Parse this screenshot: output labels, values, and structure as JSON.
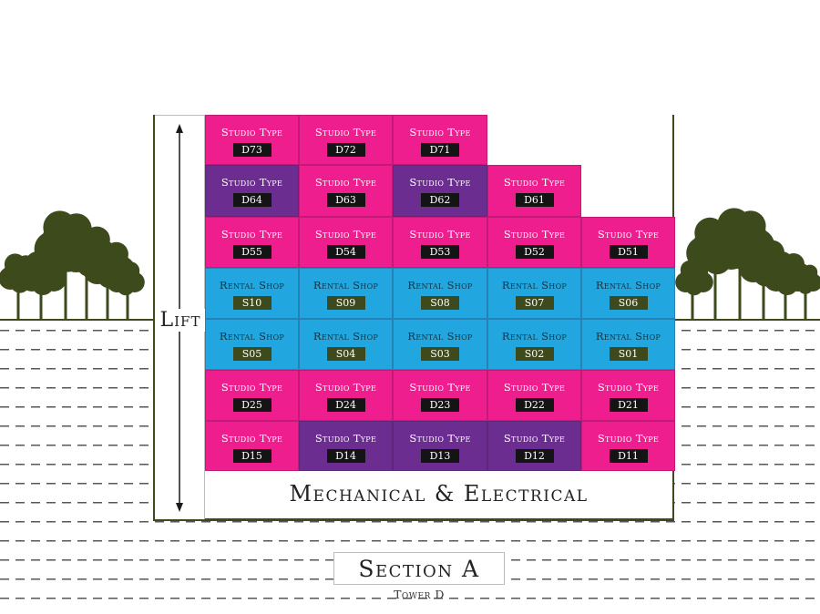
{
  "diagram": {
    "lift_label": "Lift",
    "mechanical_label": "Mechanical & Electrical",
    "section_title": "Section A",
    "tower_label": "Tower D"
  },
  "colors": {
    "studio_pink": "#ee1e8e",
    "studio_purple": "#6c2d91",
    "rental_blue": "#21a6df",
    "tree_green": "#3d4a1c"
  },
  "units": [
    {
      "type": "Studio Type",
      "code": "D73",
      "color": "pink",
      "row": 0,
      "col": 0
    },
    {
      "type": "Studio Type",
      "code": "D72",
      "color": "pink",
      "row": 0,
      "col": 1
    },
    {
      "type": "Studio Type",
      "code": "D71",
      "color": "pink",
      "row": 0,
      "col": 2
    },
    {
      "type": "Studio Type",
      "code": "D64",
      "color": "purple",
      "row": 1,
      "col": 0
    },
    {
      "type": "Studio Type",
      "code": "D63",
      "color": "pink",
      "row": 1,
      "col": 1
    },
    {
      "type": "Studio Type",
      "code": "D62",
      "color": "purple",
      "row": 1,
      "col": 2
    },
    {
      "type": "Studio Type",
      "code": "D61",
      "color": "pink",
      "row": 1,
      "col": 3
    },
    {
      "type": "Studio Type",
      "code": "D55",
      "color": "pink",
      "row": 2,
      "col": 0
    },
    {
      "type": "Studio Type",
      "code": "D54",
      "color": "pink",
      "row": 2,
      "col": 1
    },
    {
      "type": "Studio Type",
      "code": "D53",
      "color": "pink",
      "row": 2,
      "col": 2
    },
    {
      "type": "Studio Type",
      "code": "D52",
      "color": "pink",
      "row": 2,
      "col": 3
    },
    {
      "type": "Studio Type",
      "code": "D51",
      "color": "pink",
      "row": 2,
      "col": 4
    },
    {
      "type": "Rental Shop",
      "code": "S10",
      "color": "blue",
      "row": 3,
      "col": 0
    },
    {
      "type": "Rental Shop",
      "code": "S09",
      "color": "blue",
      "row": 3,
      "col": 1
    },
    {
      "type": "Rental Shop",
      "code": "S08",
      "color": "blue",
      "row": 3,
      "col": 2
    },
    {
      "type": "Rental Shop",
      "code": "S07",
      "color": "blue",
      "row": 3,
      "col": 3
    },
    {
      "type": "Rental Shop",
      "code": "S06",
      "color": "blue",
      "row": 3,
      "col": 4
    },
    {
      "type": "Rental Shop",
      "code": "S05",
      "color": "blue",
      "row": 4,
      "col": 0
    },
    {
      "type": "Rental Shop",
      "code": "S04",
      "color": "blue",
      "row": 4,
      "col": 1
    },
    {
      "type": "Rental Shop",
      "code": "S03",
      "color": "blue",
      "row": 4,
      "col": 2
    },
    {
      "type": "Rental Shop",
      "code": "S02",
      "color": "blue",
      "row": 4,
      "col": 3
    },
    {
      "type": "Rental Shop",
      "code": "S01",
      "color": "blue",
      "row": 4,
      "col": 4
    },
    {
      "type": "Studio Type",
      "code": "D25",
      "color": "pink",
      "row": 5,
      "col": 0
    },
    {
      "type": "Studio Type",
      "code": "D24",
      "color": "pink",
      "row": 5,
      "col": 1
    },
    {
      "type": "Studio Type",
      "code": "D23",
      "color": "pink",
      "row": 5,
      "col": 2
    },
    {
      "type": "Studio Type",
      "code": "D22",
      "color": "pink",
      "row": 5,
      "col": 3
    },
    {
      "type": "Studio Type",
      "code": "D21",
      "color": "pink",
      "row": 5,
      "col": 4
    },
    {
      "type": "Studio Type",
      "code": "D15",
      "color": "pink",
      "row": 6,
      "col": 0
    },
    {
      "type": "Studio Type",
      "code": "D14",
      "color": "purple",
      "row": 6,
      "col": 1
    },
    {
      "type": "Studio Type",
      "code": "D13",
      "color": "purple",
      "row": 6,
      "col": 2
    },
    {
      "type": "Studio Type",
      "code": "D12",
      "color": "purple",
      "row": 6,
      "col": 3
    },
    {
      "type": "Studio Type",
      "code": "D11",
      "color": "pink",
      "row": 6,
      "col": 4
    }
  ]
}
